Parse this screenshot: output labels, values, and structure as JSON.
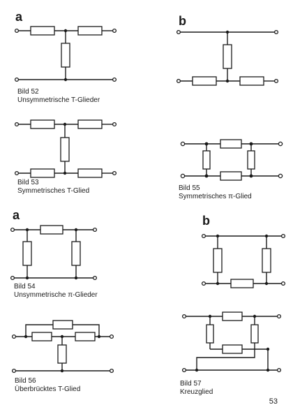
{
  "labels": {
    "fig52_sub": "a",
    "fig55_sub": "b",
    "fig54_sub": "a",
    "fig57_sub": "b"
  },
  "captions": {
    "fig52": {
      "number": "Bild 52",
      "title": "Unsymmetrische T-Glieder"
    },
    "fig53": {
      "number": "Bild 53",
      "title": "Symmetrisches T-Glied"
    },
    "fig55": {
      "number": "Bild 55",
      "title": "Symmetrisches π-Glied"
    },
    "fig54": {
      "number": "Bild 54",
      "title": "Unsymmetrische π-Glieder"
    },
    "fig56": {
      "number": "Bild 56",
      "title": "Überbrücktes T-Glied"
    },
    "fig57": {
      "number": "Bild 57",
      "title": "Kreuzglied"
    }
  },
  "page_number": "53",
  "colors": {
    "ink": "#1a1a1a",
    "paper": "#ffffff"
  }
}
